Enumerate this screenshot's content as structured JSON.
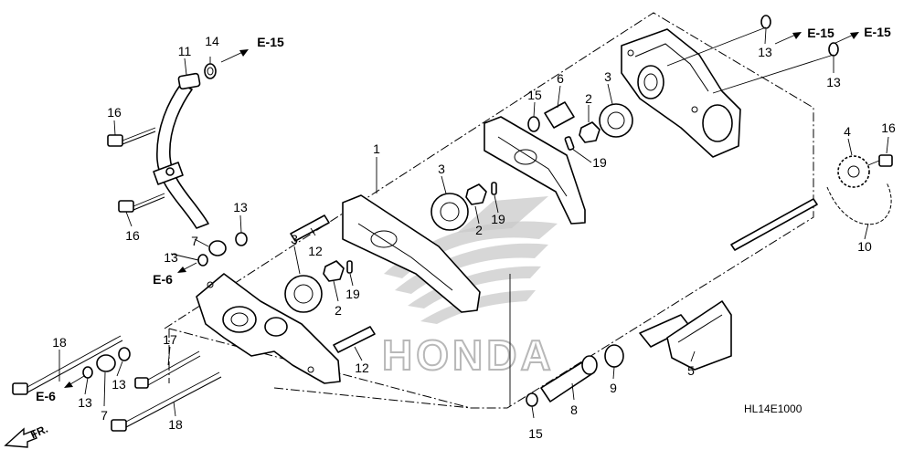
{
  "diagram": {
    "code": "HL14E1000",
    "front_marker": "FR.",
    "callouts": [
      "1",
      "2",
      "3",
      "4",
      "5",
      "6",
      "7",
      "8",
      "9",
      "10",
      "11",
      "12",
      "13",
      "14",
      "15",
      "16",
      "17",
      "18",
      "19"
    ],
    "references": [
      "E-15",
      "E-6"
    ],
    "brand_watermark": "HONDA"
  },
  "labels": [
    {
      "id": "l1",
      "text": "1"
    },
    {
      "id": "l2a",
      "text": "2"
    },
    {
      "id": "l2b",
      "text": "2"
    },
    {
      "id": "l2c",
      "text": "2"
    },
    {
      "id": "l3a",
      "text": "3"
    },
    {
      "id": "l3b",
      "text": "3"
    },
    {
      "id": "l3c",
      "text": "3"
    },
    {
      "id": "l4",
      "text": "4"
    },
    {
      "id": "l5",
      "text": "5"
    },
    {
      "id": "l6",
      "text": "6"
    },
    {
      "id": "l7a",
      "text": "7"
    },
    {
      "id": "l7b",
      "text": "7"
    },
    {
      "id": "l8",
      "text": "8"
    },
    {
      "id": "l9",
      "text": "9"
    },
    {
      "id": "l10",
      "text": "10"
    },
    {
      "id": "l11",
      "text": "11"
    },
    {
      "id": "l12a",
      "text": "12"
    },
    {
      "id": "l12b",
      "text": "12"
    },
    {
      "id": "l13a",
      "text": "13"
    },
    {
      "id": "l13b",
      "text": "13"
    },
    {
      "id": "l13c",
      "text": "13"
    },
    {
      "id": "l13d",
      "text": "13"
    },
    {
      "id": "l13e",
      "text": "13"
    },
    {
      "id": "l13f",
      "text": "13"
    },
    {
      "id": "l14",
      "text": "14"
    },
    {
      "id": "l15a",
      "text": "15"
    },
    {
      "id": "l15b",
      "text": "15"
    },
    {
      "id": "l16a",
      "text": "16"
    },
    {
      "id": "l16b",
      "text": "16"
    },
    {
      "id": "l16c",
      "text": "16"
    },
    {
      "id": "l17",
      "text": "17"
    },
    {
      "id": "l18a",
      "text": "18"
    },
    {
      "id": "l18b",
      "text": "18"
    },
    {
      "id": "l19a",
      "text": "19"
    },
    {
      "id": "l19b",
      "text": "19"
    },
    {
      "id": "l19c",
      "text": "19"
    }
  ],
  "refs": [
    {
      "id": "r1",
      "text": "E-15"
    },
    {
      "id": "r2",
      "text": "E-15"
    },
    {
      "id": "r3",
      "text": "E-15"
    },
    {
      "id": "r4",
      "text": "E-6"
    },
    {
      "id": "r5",
      "text": "E-6"
    }
  ]
}
